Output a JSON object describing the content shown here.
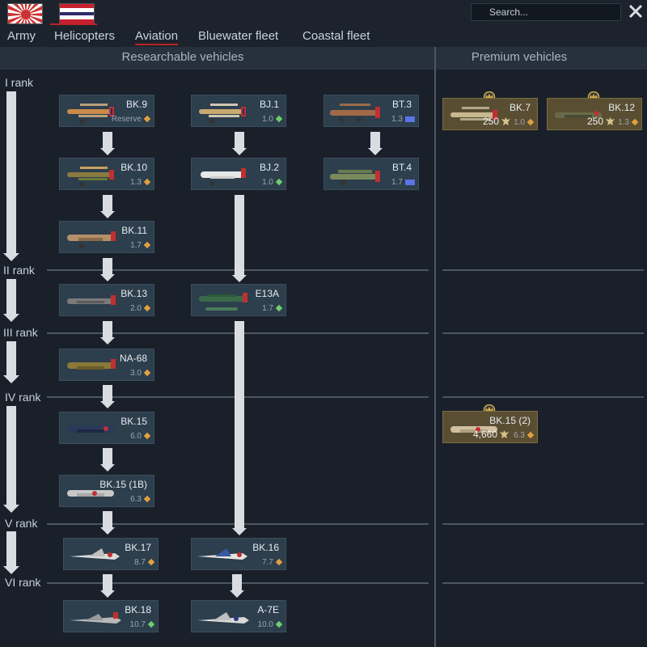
{
  "nations": [
    {
      "name": "japan-flag",
      "active": false
    },
    {
      "name": "thailand-flag",
      "active": true
    }
  ],
  "search": {
    "placeholder": "Search...",
    "value": ""
  },
  "tabs": [
    {
      "label": "Army",
      "active": false
    },
    {
      "label": "Helicopters",
      "active": false
    },
    {
      "label": "Aviation",
      "active": true
    },
    {
      "label": "Bluewater fleet",
      "active": false
    },
    {
      "label": "Coastal fleet",
      "active": false
    }
  ],
  "headers": {
    "researchable": "Researchable vehicles",
    "premium": "Premium vehicles"
  },
  "ranks": [
    "I rank",
    "II rank",
    "III rank",
    "IV rank",
    "V rank",
    "VI rank"
  ],
  "colors": {
    "background": "#1a202a",
    "card": "#2d3e4c",
    "premium_card": "#5a4e32",
    "accent_red": "#bb2222",
    "br_orange": "#e0a040",
    "br_green": "#6bcf6b",
    "br_blue": "#5b74e6"
  },
  "vehicles": [
    {
      "id": "bk9",
      "name": "BK.9",
      "br": "Reserve",
      "indicator": "orange-diamond",
      "icon": "biplane-icon"
    },
    {
      "id": "bj1",
      "name": "BJ.1",
      "br": "1.0",
      "indicator": "green-diamond",
      "icon": "biplane-icon"
    },
    {
      "id": "bt3",
      "name": "BT.3",
      "br": "1.3",
      "indicator": "blue-shield",
      "icon": "bomber-icon"
    },
    {
      "id": "bk10",
      "name": "BK.10",
      "br": "1.3",
      "indicator": "orange-diamond",
      "icon": "biplane-icon"
    },
    {
      "id": "bj2",
      "name": "BJ.2",
      "br": "1.0",
      "indicator": "green-diamond",
      "icon": "monoplane-icon"
    },
    {
      "id": "bt4",
      "name": "BT.4",
      "br": "1.7",
      "indicator": "blue-shield",
      "icon": "bomber-icon"
    },
    {
      "id": "bk11",
      "name": "BK.11",
      "br": "1.7",
      "indicator": "orange-diamond",
      "icon": "fighter-icon"
    },
    {
      "id": "bk13",
      "name": "BK.13",
      "br": "2.0",
      "indicator": "orange-diamond",
      "icon": "fighter-icon"
    },
    {
      "id": "e13a",
      "name": "E13A",
      "br": "1.7",
      "indicator": "green-diamond",
      "icon": "floatplane-icon"
    },
    {
      "id": "na68",
      "name": "NA-68",
      "br": "3.0",
      "indicator": "orange-diamond",
      "icon": "fighter-icon"
    },
    {
      "id": "bk15",
      "name": "BK.15",
      "br": "6.0",
      "indicator": "orange-diamond",
      "icon": "fighter-icon"
    },
    {
      "id": "bk151b",
      "name": "BK.15 (1B)",
      "br": "6.3",
      "indicator": "orange-diamond",
      "icon": "fighter-icon"
    },
    {
      "id": "bk17",
      "name": "BK.17",
      "br": "8.7",
      "indicator": "orange-diamond",
      "icon": "jet-icon"
    },
    {
      "id": "bk16",
      "name": "BK.16",
      "br": "7.7",
      "indicator": "orange-diamond",
      "icon": "jet-icon"
    },
    {
      "id": "bk18",
      "name": "BK.18",
      "br": "10.7",
      "indicator": "green-diamond",
      "icon": "jet-icon"
    },
    {
      "id": "a7e",
      "name": "A-7E",
      "br": "10.0",
      "indicator": "green-diamond",
      "icon": "jet-icon"
    }
  ],
  "premium": [
    {
      "id": "bk7",
      "name": "BK.7",
      "price": "250",
      "br": "1.0",
      "indicator": "orange-diamond",
      "icon": "biplane-icon"
    },
    {
      "id": "bk12",
      "name": "BK.12",
      "price": "250",
      "br": "1.3",
      "indicator": "orange-diamond",
      "icon": "fighter-icon"
    },
    {
      "id": "bk152",
      "name": "BK.15 (2)",
      "price": "4,660",
      "br": "6.3",
      "indicator": "orange-diamond",
      "icon": "fighter-icon"
    }
  ]
}
